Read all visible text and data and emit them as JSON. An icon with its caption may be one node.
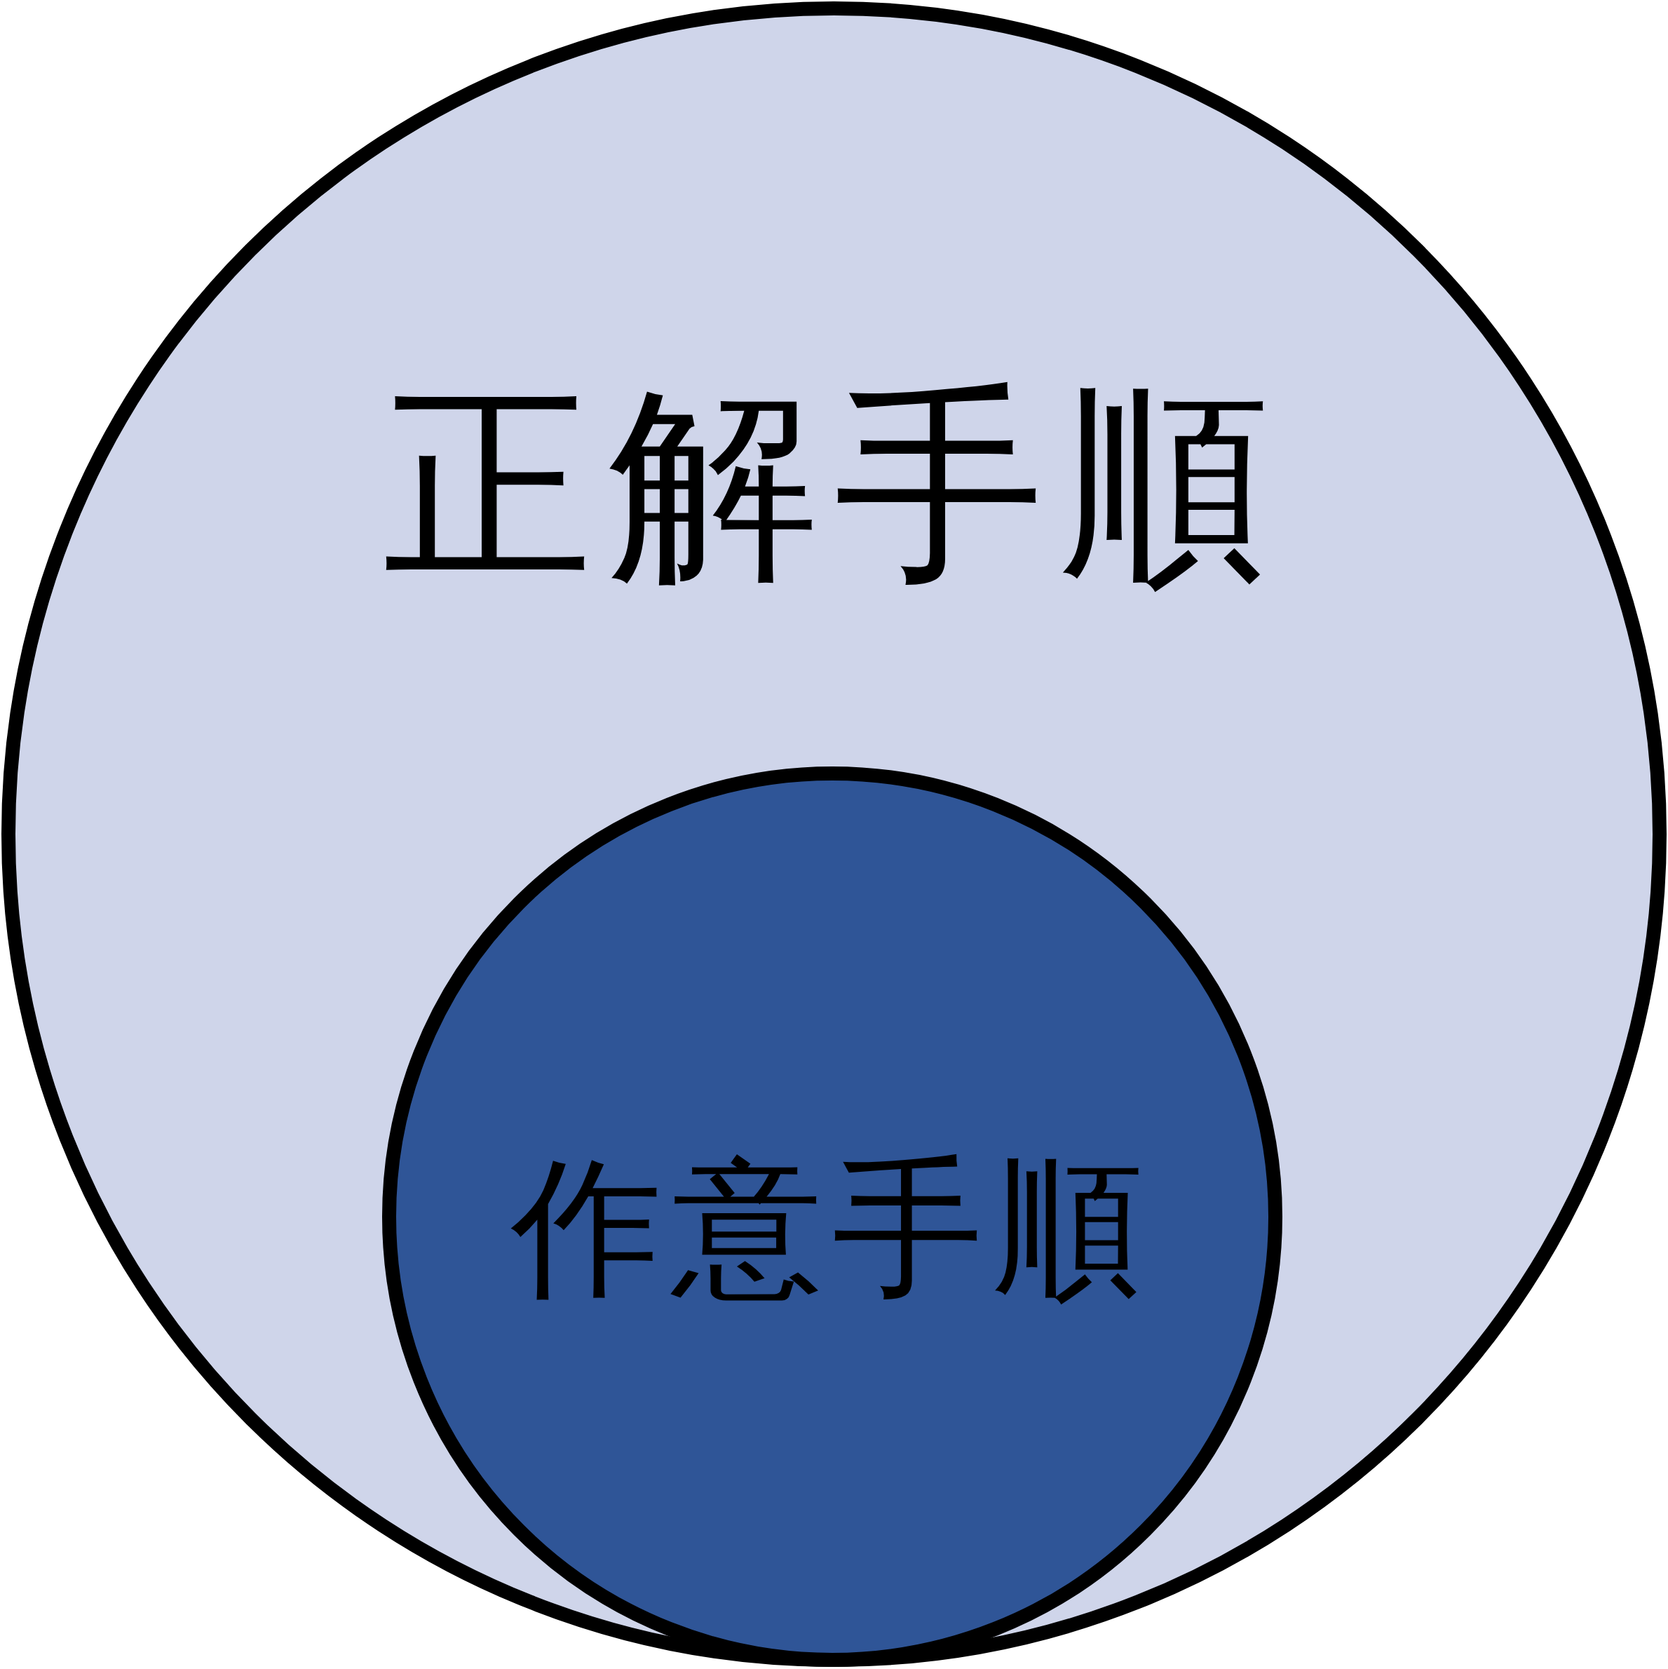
{
  "diagram": {
    "nodes": [
      {
        "text": [
          "正解手順"
        ]
      },
      {
        "text": [
          "作意手順"
        ],
        "in": 0
      }
    ]
  }
}
